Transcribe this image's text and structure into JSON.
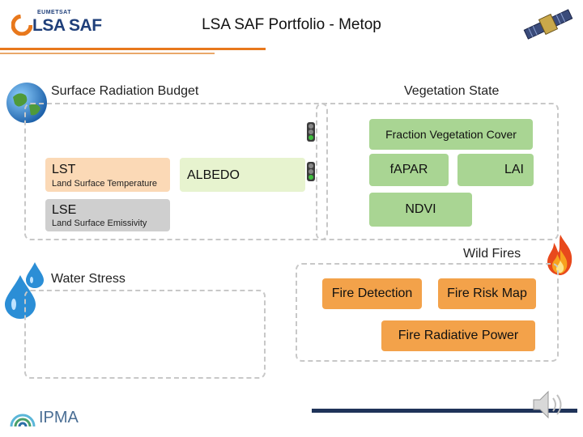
{
  "header": {
    "org_small": "EUMETSAT",
    "org_logo": "LSA SAF",
    "title": "LSA SAF Portfolio - Metop"
  },
  "sections": {
    "radiation_budget": "Surface Radiation Budget",
    "vegetation_state": "Vegetation State",
    "water_stress": "Water Stress",
    "wild_fires": "Wild Fires"
  },
  "products": {
    "lst": {
      "code": "LST",
      "name": "Land Surface Temperature"
    },
    "lse": {
      "code": "LSE",
      "name": "Land Surface Emissivity"
    },
    "albedo": "ALBEDO",
    "fvc": "Fraction Vegetation Cover",
    "fapar": "fAPAR",
    "lai": "LAI",
    "ndvi": "NDVI",
    "fire_detection": "Fire Detection",
    "fire_risk_map": "Fire Risk Map",
    "frp": "Fire Radiative Power"
  },
  "footer": {
    "ipma_logo": "IPMA"
  },
  "colors": {
    "accent_orange": "#e8781c",
    "product_green": "#a9d593",
    "fire_orange": "#f3a24a",
    "navy": "#1f3359"
  },
  "icons": [
    "globe-icon",
    "satellite-icon",
    "traffic-light-icon",
    "water-drop-icon",
    "fire-icon",
    "speaker-icon",
    "ipma-logo-icon"
  ]
}
